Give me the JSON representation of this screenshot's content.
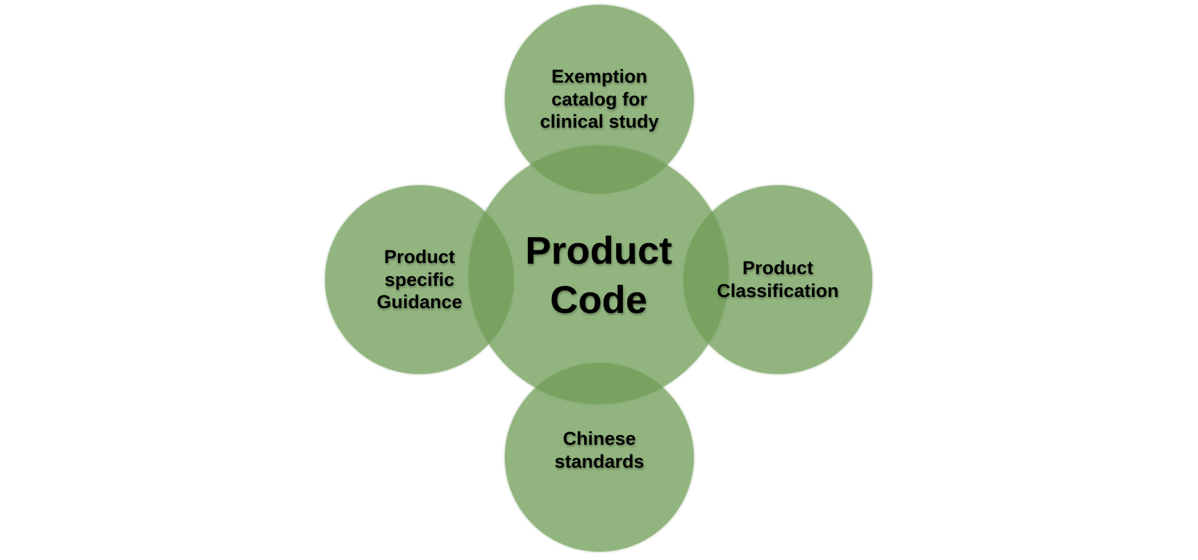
{
  "diagram": {
    "type": "radial-venn",
    "fill_color": "#6e9c54",
    "overlap_color": "#66934c",
    "center": {
      "label": "Product\nCode"
    },
    "satellites": [
      {
        "position": "top",
        "label": "Exemption\ncatalog for\nclinical study"
      },
      {
        "position": "left",
        "label": "Product\nspecific\nGuidance"
      },
      {
        "position": "right",
        "label": "Product\nClassification"
      },
      {
        "position": "bottom",
        "label": "Chinese\nstandards"
      }
    ]
  }
}
